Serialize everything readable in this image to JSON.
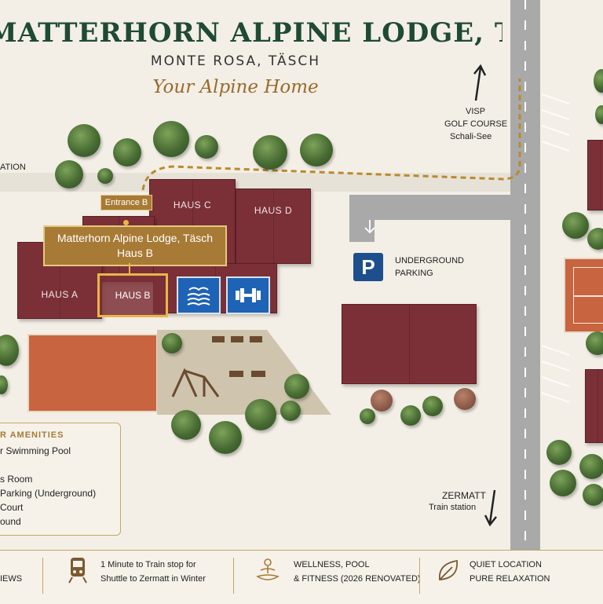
{
  "header": {
    "title": "MATTERHORN ALPINE LODGE, TÄSCH",
    "subtitle": "MONTE ROSA, TÄSCH",
    "tagline": "Your Alpine Home"
  },
  "map_labels": {
    "direction_north": [
      "VISP",
      "GOLF COURSE",
      "Schali-See"
    ],
    "direction_west": "ATION",
    "direction_south_title": "ZERMATT",
    "direction_south_sub": "Train station",
    "entrance": "Entrance B",
    "callout_line1": "Matterhorn Alpine Lodge, Täsch",
    "callout_line2": "Haus B",
    "haus_a": "HAUS A",
    "haus_b": "HAUS B",
    "haus_c": "HAUS C",
    "haus_d": "HAUS D",
    "parking_symbol": "P",
    "parking_line1": "UNDERGROUND",
    "parking_line2": "PARKING"
  },
  "amenities": {
    "title": "R AMENITIES",
    "items": [
      "r Swimming Pool",
      "s Room",
      "Parking (Underground)",
      " Court",
      "ound"
    ]
  },
  "footer": {
    "item1": "IEWS",
    "item2_line1": "1 Minute to Train stop for",
    "item2_line2": "Shuttle to Zermatt in Winter",
    "item3_line1": "WELLNESS, POOL",
    "item3_line2": "& FITNESS (2026 RENOVATED)",
    "item4_line1": "QUIET LOCATION",
    "item4_line2": "PURE RELAXATION"
  },
  "icons": [
    "pool-icon",
    "fitness-icon",
    "train-icon",
    "wellness-icon",
    "leaf-icon",
    "arrow-up-icon",
    "arrow-down-icon",
    "arrow-down-small-icon"
  ],
  "colors": {
    "building": "#7b3037",
    "accent_gold": "#a77a35",
    "title_green": "#1f4a33",
    "road": "#a9a9a9",
    "court": "#c8643f",
    "amenity_blue": "#1e63b5"
  }
}
